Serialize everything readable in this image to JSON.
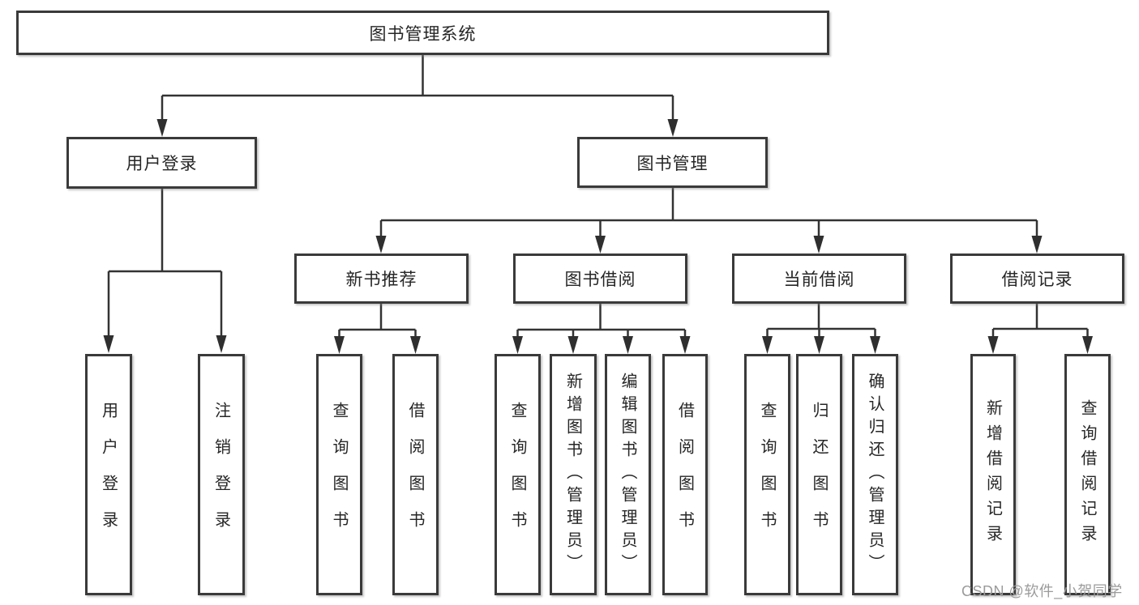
{
  "diagram_title": "图书管理系统",
  "nodes": {
    "root": "图书管理系统",
    "user_login": "用户登录",
    "book_mgmt": "图书管理",
    "new_book_rec": "新书推荐",
    "book_borrow": "图书借阅",
    "current_borrow": "当前借阅",
    "borrow_records": "借阅记录",
    "leaf_user_login": "用户登录",
    "leaf_logout": "注销登录",
    "leaf_query_book_a": "查询图书",
    "leaf_borrow_book_a": "借阅图书",
    "leaf_query_book_b": "查询图书",
    "leaf_add_book": "新增图书（管理员）",
    "leaf_edit_book": "编辑图书（管理员）",
    "leaf_borrow_book_b": "借阅图书",
    "leaf_query_book_c": "查询图书",
    "leaf_return_book": "归还图书",
    "leaf_confirm_return": "确认归还（管理员）",
    "leaf_add_borrow_record": "新增借阅记录",
    "leaf_query_borrow_record": "查询借阅记录"
  },
  "hierarchy": [
    {
      "parent": "图书管理系统",
      "children": [
        "用户登录",
        "图书管理"
      ]
    },
    {
      "parent": "用户登录",
      "children": [
        "用户登录",
        "注销登录"
      ]
    },
    {
      "parent": "图书管理",
      "children": [
        "新书推荐",
        "图书借阅",
        "当前借阅",
        "借阅记录"
      ]
    },
    {
      "parent": "新书推荐",
      "children": [
        "查询图书",
        "借阅图书"
      ]
    },
    {
      "parent": "图书借阅",
      "children": [
        "查询图书",
        "新增图书（管理员）",
        "编辑图书（管理员）",
        "借阅图书"
      ]
    },
    {
      "parent": "当前借阅",
      "children": [
        "查询图书",
        "归还图书",
        "确认归还（管理员）"
      ]
    },
    {
      "parent": "借阅记录",
      "children": [
        "新增借阅记录",
        "查询借阅记录"
      ]
    }
  ],
  "watermark": "CSDN @软件_小贺同学",
  "colors": {
    "background": "#ffffff",
    "box_border": "#3a3a3a",
    "line": "#333333",
    "text": "#262626",
    "watermark": "#9b9b9b"
  }
}
